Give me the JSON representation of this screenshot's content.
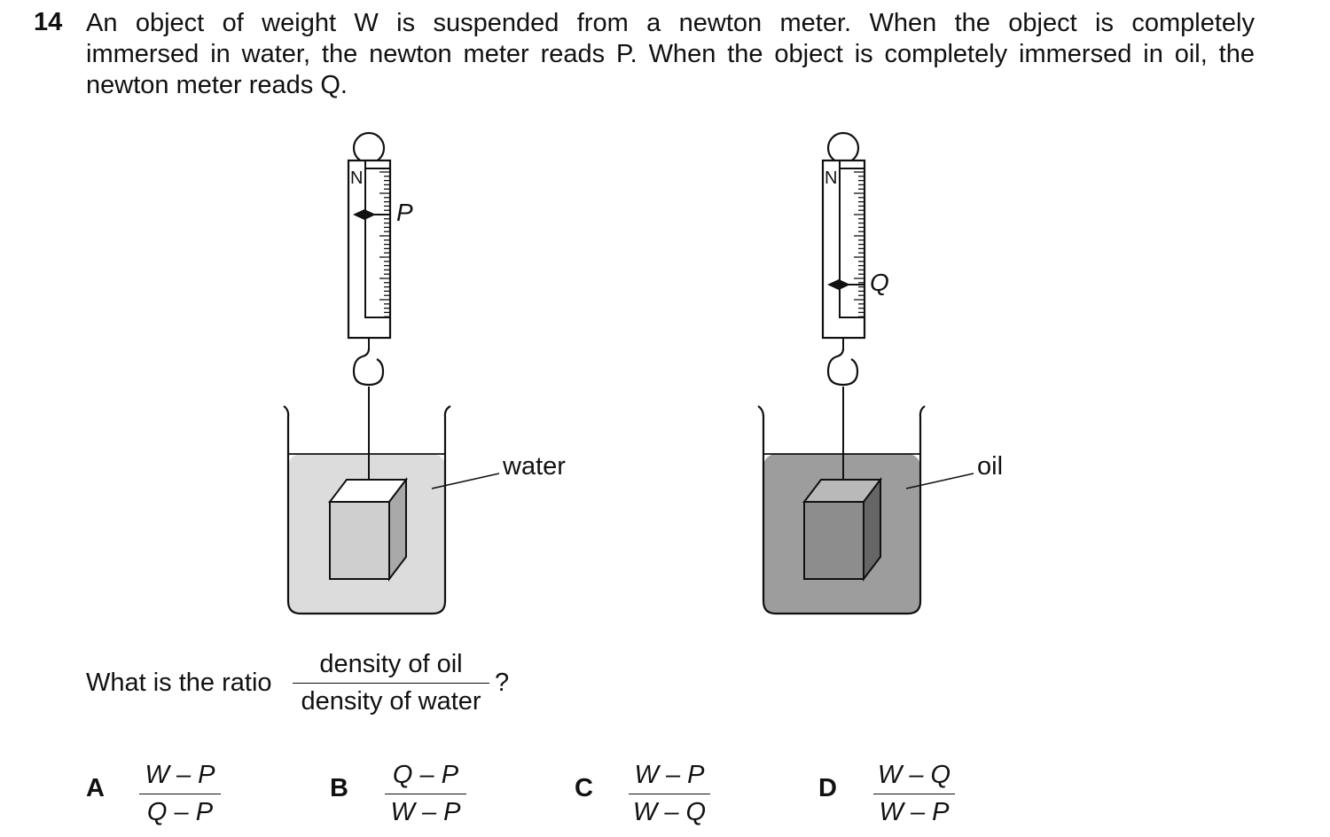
{
  "question": {
    "number": "14",
    "line1": "An object of weight W is suspended from a newton meter. When the object is completely",
    "line2": "immersed in water, the newton meter reads P. When the object is completely immersed in oil, the",
    "line3": "newton meter reads Q."
  },
  "diagram": {
    "left": {
      "meter_unit": "N",
      "reading_label": "P",
      "liquid_label": "water",
      "liquid_color": "#dcdcdc",
      "block_front": "#cfcfcf",
      "block_top": "#ffffff",
      "block_side": "#a9a9a9"
    },
    "right": {
      "meter_unit": "N",
      "reading_label": "Q",
      "liquid_label": "oil",
      "liquid_color": "#9d9d9d",
      "block_front": "#8d8d8d",
      "block_top": "#b9b9b9",
      "block_side": "#666666"
    }
  },
  "ratio_question": {
    "prefix": "What is the ratio",
    "numerator": "density of oil",
    "denominator": "density of water",
    "suffix": "?"
  },
  "options": [
    {
      "letter": "A",
      "numerator": "W – P",
      "denominator": "Q – P"
    },
    {
      "letter": "B",
      "numerator": "Q – P",
      "denominator": "W – P"
    },
    {
      "letter": "C",
      "numerator": "W – P",
      "denominator": "W – Q"
    },
    {
      "letter": "D",
      "numerator": "W – Q",
      "denominator": "W – P"
    }
  ]
}
